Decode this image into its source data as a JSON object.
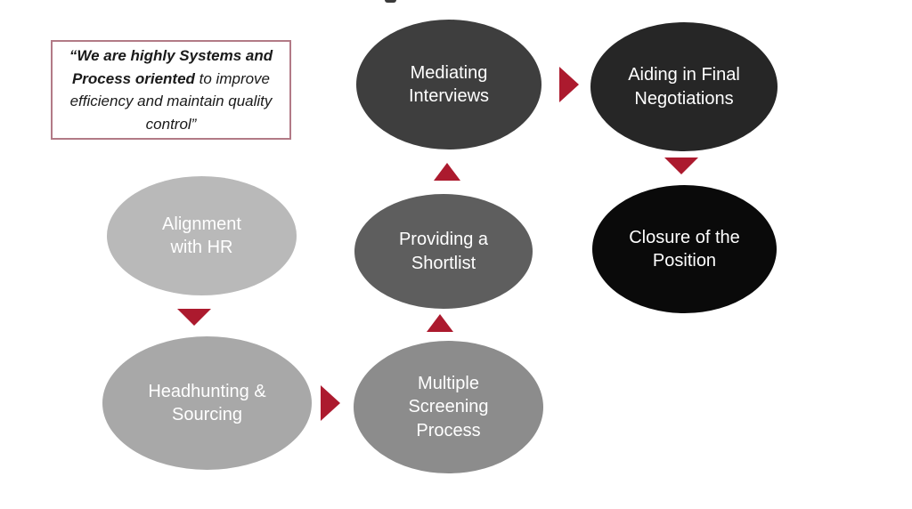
{
  "colors": {
    "background": "#ffffff",
    "accent": "#ac1a2e",
    "quote_border": "#b27a86",
    "node_text": "#ffffff"
  },
  "quote": {
    "bold_text": "“We are highly Systems and Process oriented",
    "regular_text": " to improve efficiency and maintain quality control”"
  },
  "flow": {
    "nodes": [
      {
        "id": "alignment-with-hr",
        "label": "Alignment\nwith HR",
        "color": "#b9b9b9"
      },
      {
        "id": "headhunting-sourcing",
        "label": "Headhunting &\nSourcing",
        "color": "#a8a8a8"
      },
      {
        "id": "multiple-screening",
        "label": "Multiple\nScreening\nProcess",
        "color": "#8c8c8c"
      },
      {
        "id": "providing-shortlist",
        "label": "Providing a\nShortlist",
        "color": "#5e5e5e"
      },
      {
        "id": "mediating-interviews",
        "label": "Mediating\nInterviews",
        "color": "#3e3e3e"
      },
      {
        "id": "aiding-negotiations",
        "label": "Aiding in Final\nNegotiations",
        "color": "#262626"
      },
      {
        "id": "closure-position",
        "label": "Closure of the\nPosition",
        "color": "#0a0a0a"
      }
    ],
    "edges": [
      {
        "from": "alignment-with-hr",
        "to": "headhunting-sourcing",
        "direction": "down"
      },
      {
        "from": "headhunting-sourcing",
        "to": "multiple-screening",
        "direction": "right"
      },
      {
        "from": "multiple-screening",
        "to": "providing-shortlist",
        "direction": "up"
      },
      {
        "from": "providing-shortlist",
        "to": "mediating-interviews",
        "direction": "up"
      },
      {
        "from": "mediating-interviews",
        "to": "aiding-negotiations",
        "direction": "right"
      },
      {
        "from": "aiding-negotiations",
        "to": "closure-position",
        "direction": "down"
      }
    ]
  }
}
